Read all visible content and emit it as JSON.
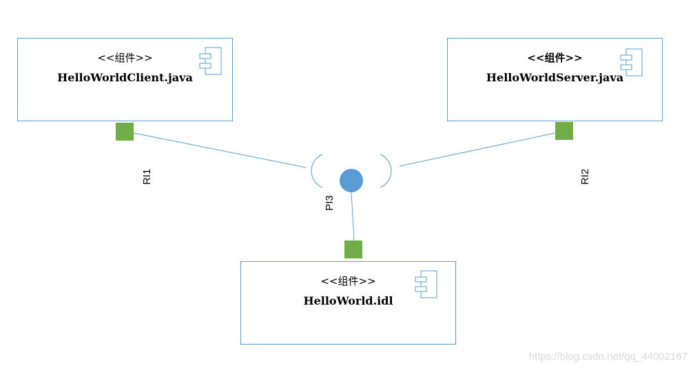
{
  "diagram": {
    "components": [
      {
        "stereotype": "<<组件>>",
        "name": "HelloWorldClient.java"
      },
      {
        "stereotype": "<<组件>>",
        "name": "HelloWorldServer.java"
      },
      {
        "stereotype": "<<组件>>",
        "name": "HelloWorld.idl"
      }
    ],
    "interface_labels": {
      "client_required": "RI1",
      "server_required": "RI2",
      "provided": "PI3"
    },
    "colors": {
      "border": "#5b9bc6",
      "port": "#70ad47",
      "provided_interface": "#5b9bd5"
    }
  },
  "watermark": "https://blog.csdn.net/qq_44002167"
}
